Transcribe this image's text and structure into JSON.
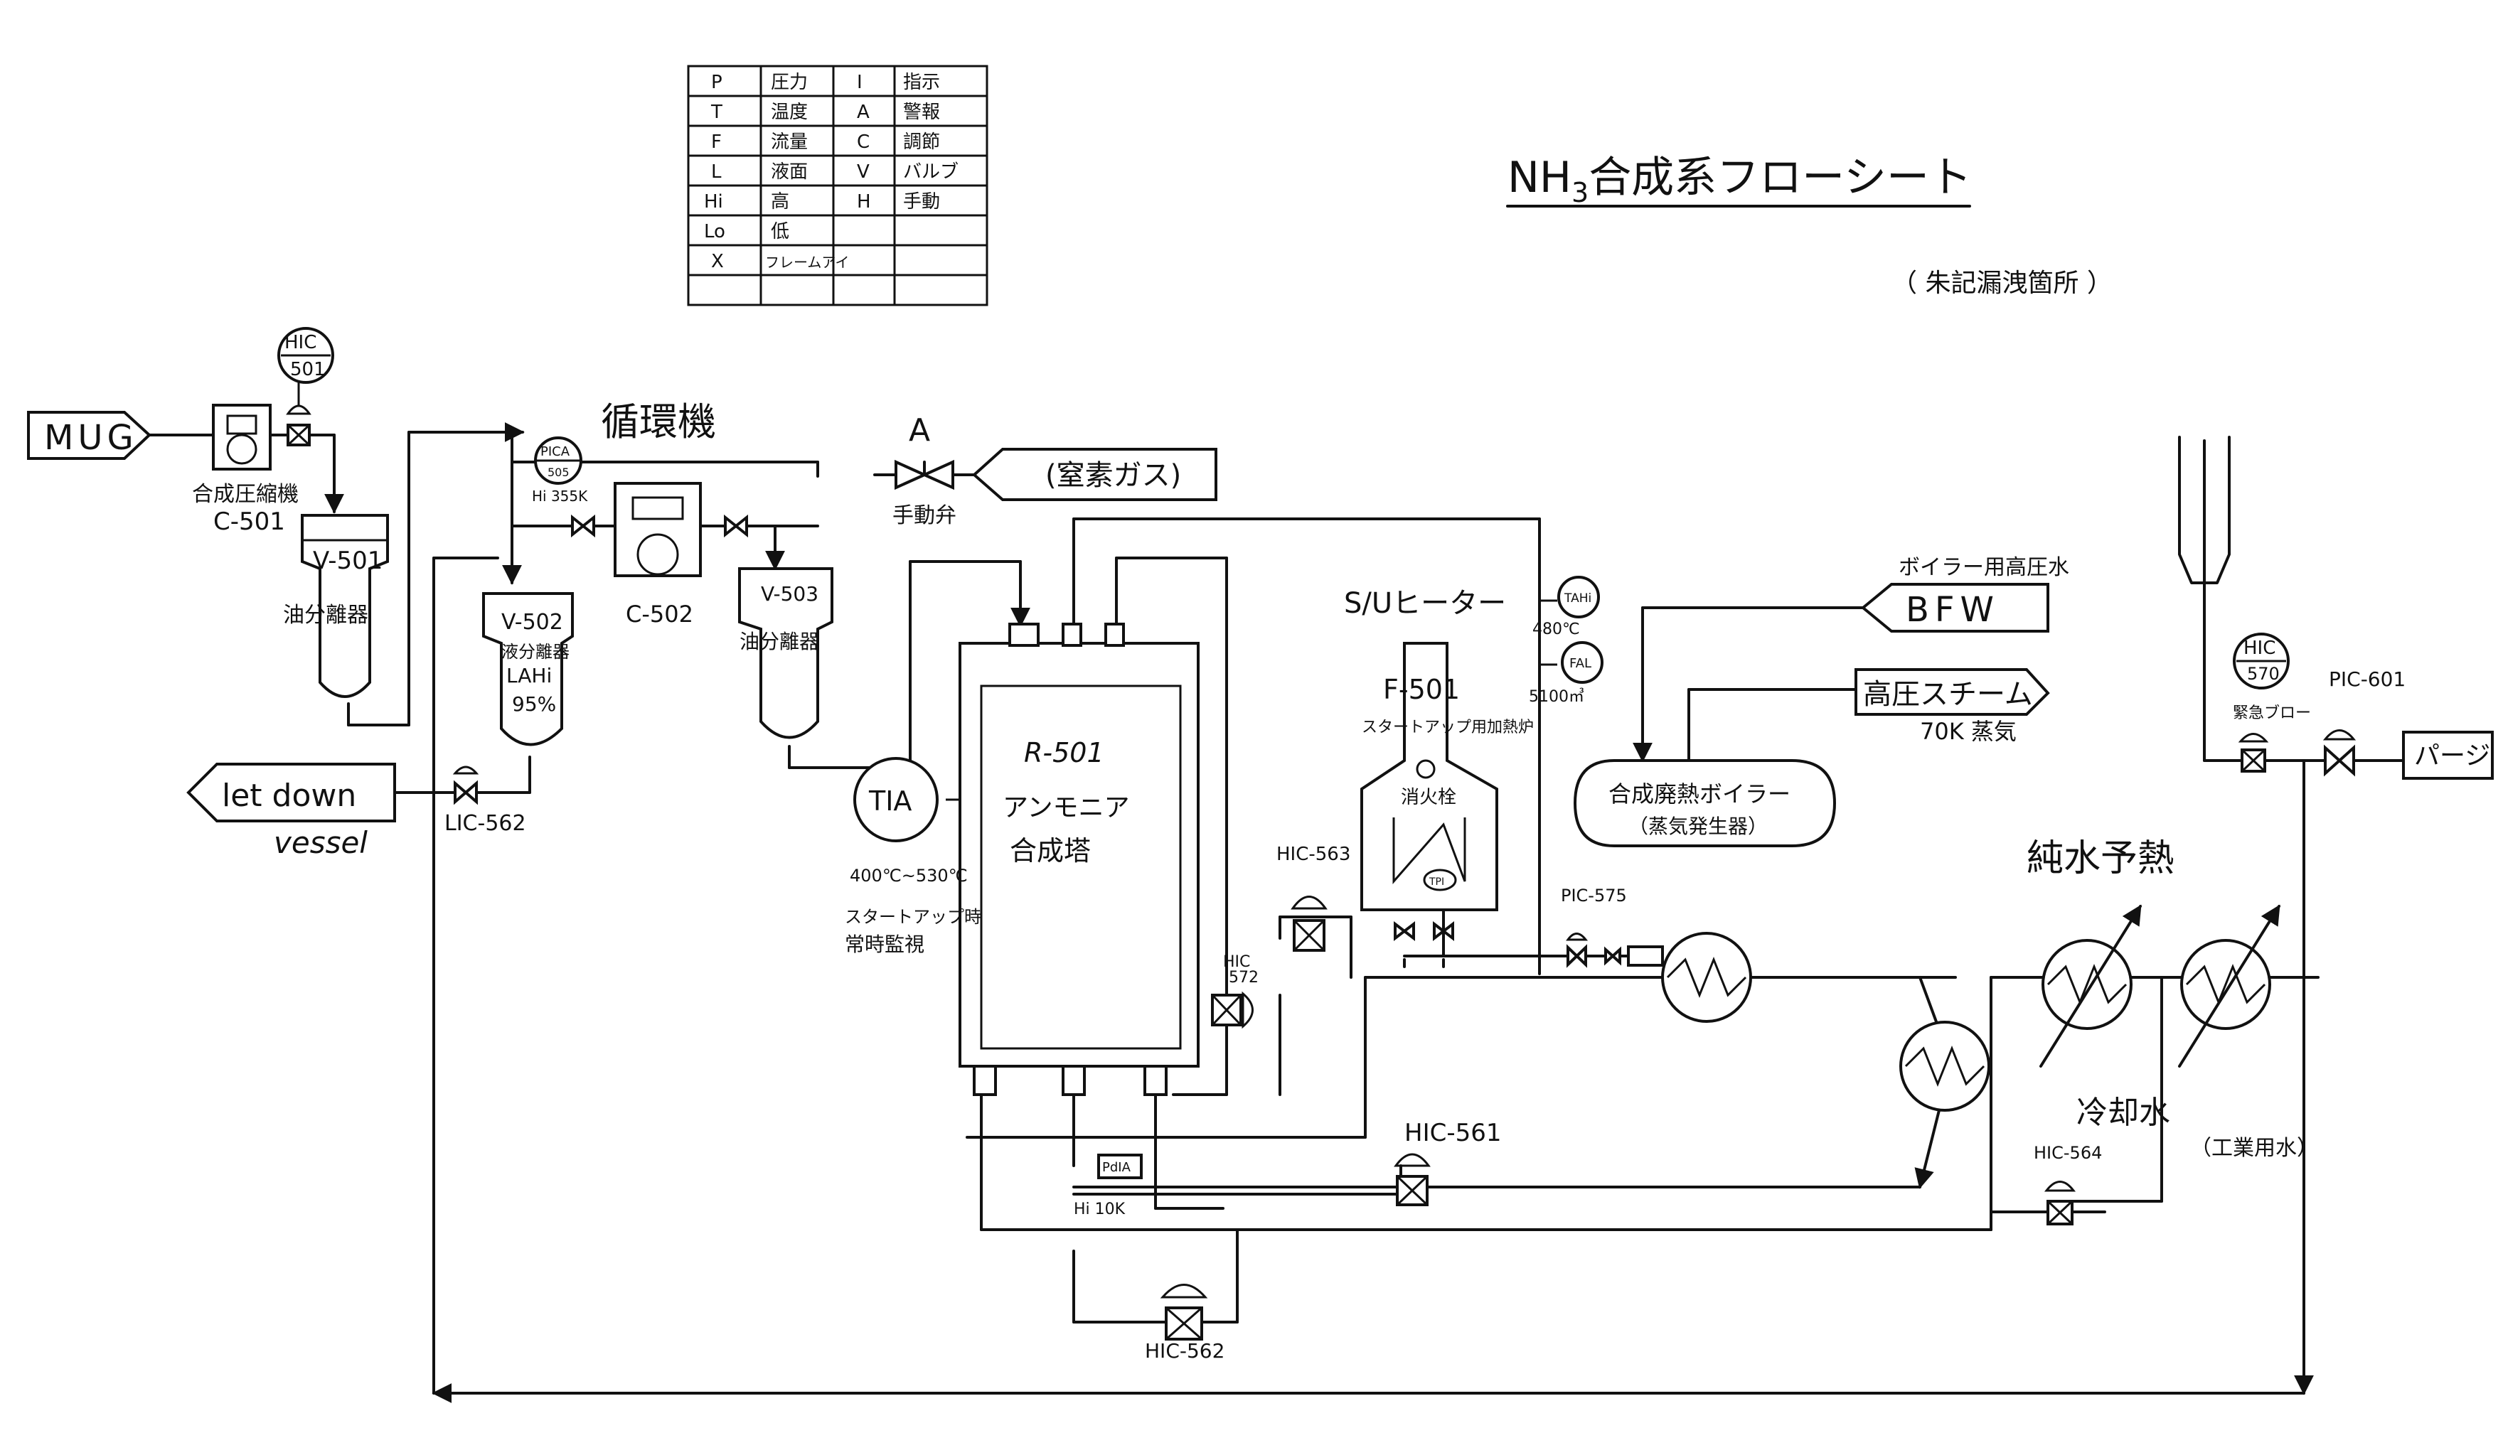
{
  "title": "NH3合成系フローシート",
  "title_main": "NH",
  "title_sub": "3",
  "title_rest": "合成系フローシート",
  "subtitle": "（ 朱記漏洩箇所 ）",
  "legend": [
    [
      "P",
      "圧力",
      "I",
      "指示"
    ],
    [
      "T",
      "温度",
      "A",
      "警報"
    ],
    [
      "F",
      "流量",
      "C",
      "調節"
    ],
    [
      "L",
      "液面",
      "V",
      "バルブ"
    ],
    [
      "Hi",
      "高",
      "H",
      "手動"
    ],
    [
      "Lo",
      "低",
      "",
      ""
    ],
    [
      "X",
      "フレームアイ",
      "",
      ""
    ]
  ],
  "streams": {
    "mug": "MUG",
    "letdown": "let down",
    "letdown_vessel": "vessel",
    "nitrogen": "(窒素ガス)",
    "bfw": "BFW",
    "bfw_note": "ボイラー用高圧水",
    "steam": "高圧スチーム",
    "steam_note": "70K 蒸気",
    "purge": "パージ"
  },
  "equipment": {
    "c501_label": "合成圧縮機",
    "c501_tag": "C-501",
    "v501_tag": "V-501",
    "v501_label": "油分離器",
    "v502_tag": "V-502",
    "v502_label": "液分離器",
    "v502_lahi": "LAHi",
    "v502_pct": "95%",
    "recycle_label": "循環機",
    "c502_tag": "C-502",
    "v503_tag": "V-503",
    "v503_label": "油分離器",
    "valve_a": "A",
    "valve_a_label": "手動弁",
    "r501_tag": "R-501",
    "r501_label1": "アンモニア",
    "r501_label2": "合成塔",
    "su_heater": "S/Uヒーター",
    "f501_tag": "F-501",
    "f501_label": "スタートアップ用加熱炉",
    "f501_burner": "消火栓",
    "boiler_label1": "合成廃熱ボイラー",
    "boiler_label2": "（蒸気発生器）",
    "pure_water": "純水予熱",
    "cooling_water": "冷却水",
    "cooling_note": "（工業用水）",
    "tia_note1": "400℃~530℃",
    "tia_note2": "スタートアップ時",
    "tia_note3": "常時監視"
  },
  "instruments": {
    "hic501_top": "HIC",
    "hic501_bot": "501",
    "pica505_top": "PICA",
    "pica505_bot": "505",
    "pica505_note": "Hi 355K",
    "lic562": "LIC-562",
    "tia": "TIA",
    "hic563": "HIC-563",
    "hic572_a": "HIC",
    "hic572_b": "572",
    "tahi": "TAHi",
    "tahi_note": "480℃",
    "fal": "FAL",
    "fal_note": "5100㎥",
    "pic575": "PIC-575",
    "hic561": "HIC-561",
    "pdia": "PdIA",
    "pdia_note": "Hi 10K",
    "hic562": "HIC-562",
    "hic564": "HIC-564",
    "hic570_top": "HIC",
    "hic570_bot": "570",
    "hic570_note": "緊急ブロー",
    "pic601": "PIC-601",
    "tpi": "TPI"
  }
}
